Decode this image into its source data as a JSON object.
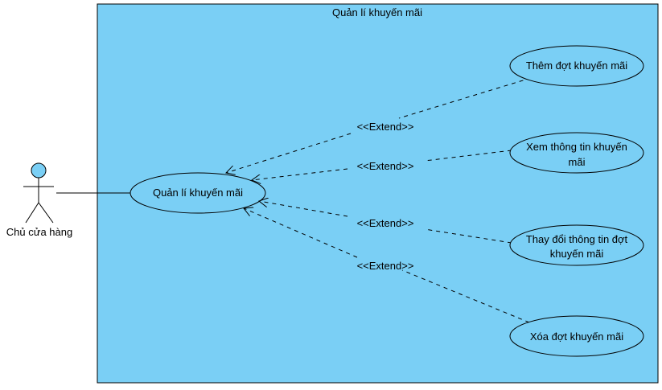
{
  "system": {
    "title": "Quản lí khuyến mãi"
  },
  "actor": {
    "name": "Chủ cửa hàng"
  },
  "main_use_case": {
    "label": "Quản lí khuyến mãi"
  },
  "use_cases": [
    {
      "lines": [
        "Thêm đợt khuyến mãi"
      ]
    },
    {
      "lines": [
        "Xem thông tin khuyến",
        "mãi"
      ]
    },
    {
      "lines": [
        "Thay đổi thông tin đợt",
        "khuyến mãi"
      ]
    },
    {
      "lines": [
        "Xóa đợt khuyến mãi"
      ]
    }
  ],
  "relations": [
    {
      "stereotype": "<<Extend>>"
    },
    {
      "stereotype": "<<Extend>>"
    },
    {
      "stereotype": "<<Extend>>"
    },
    {
      "stereotype": "<<Extend>>"
    }
  ],
  "colors": {
    "system_fill": "#7acff5",
    "actor_head_fill": "#7acff5",
    "use_case_fill": "#7acff5",
    "stroke": "#000000"
  }
}
